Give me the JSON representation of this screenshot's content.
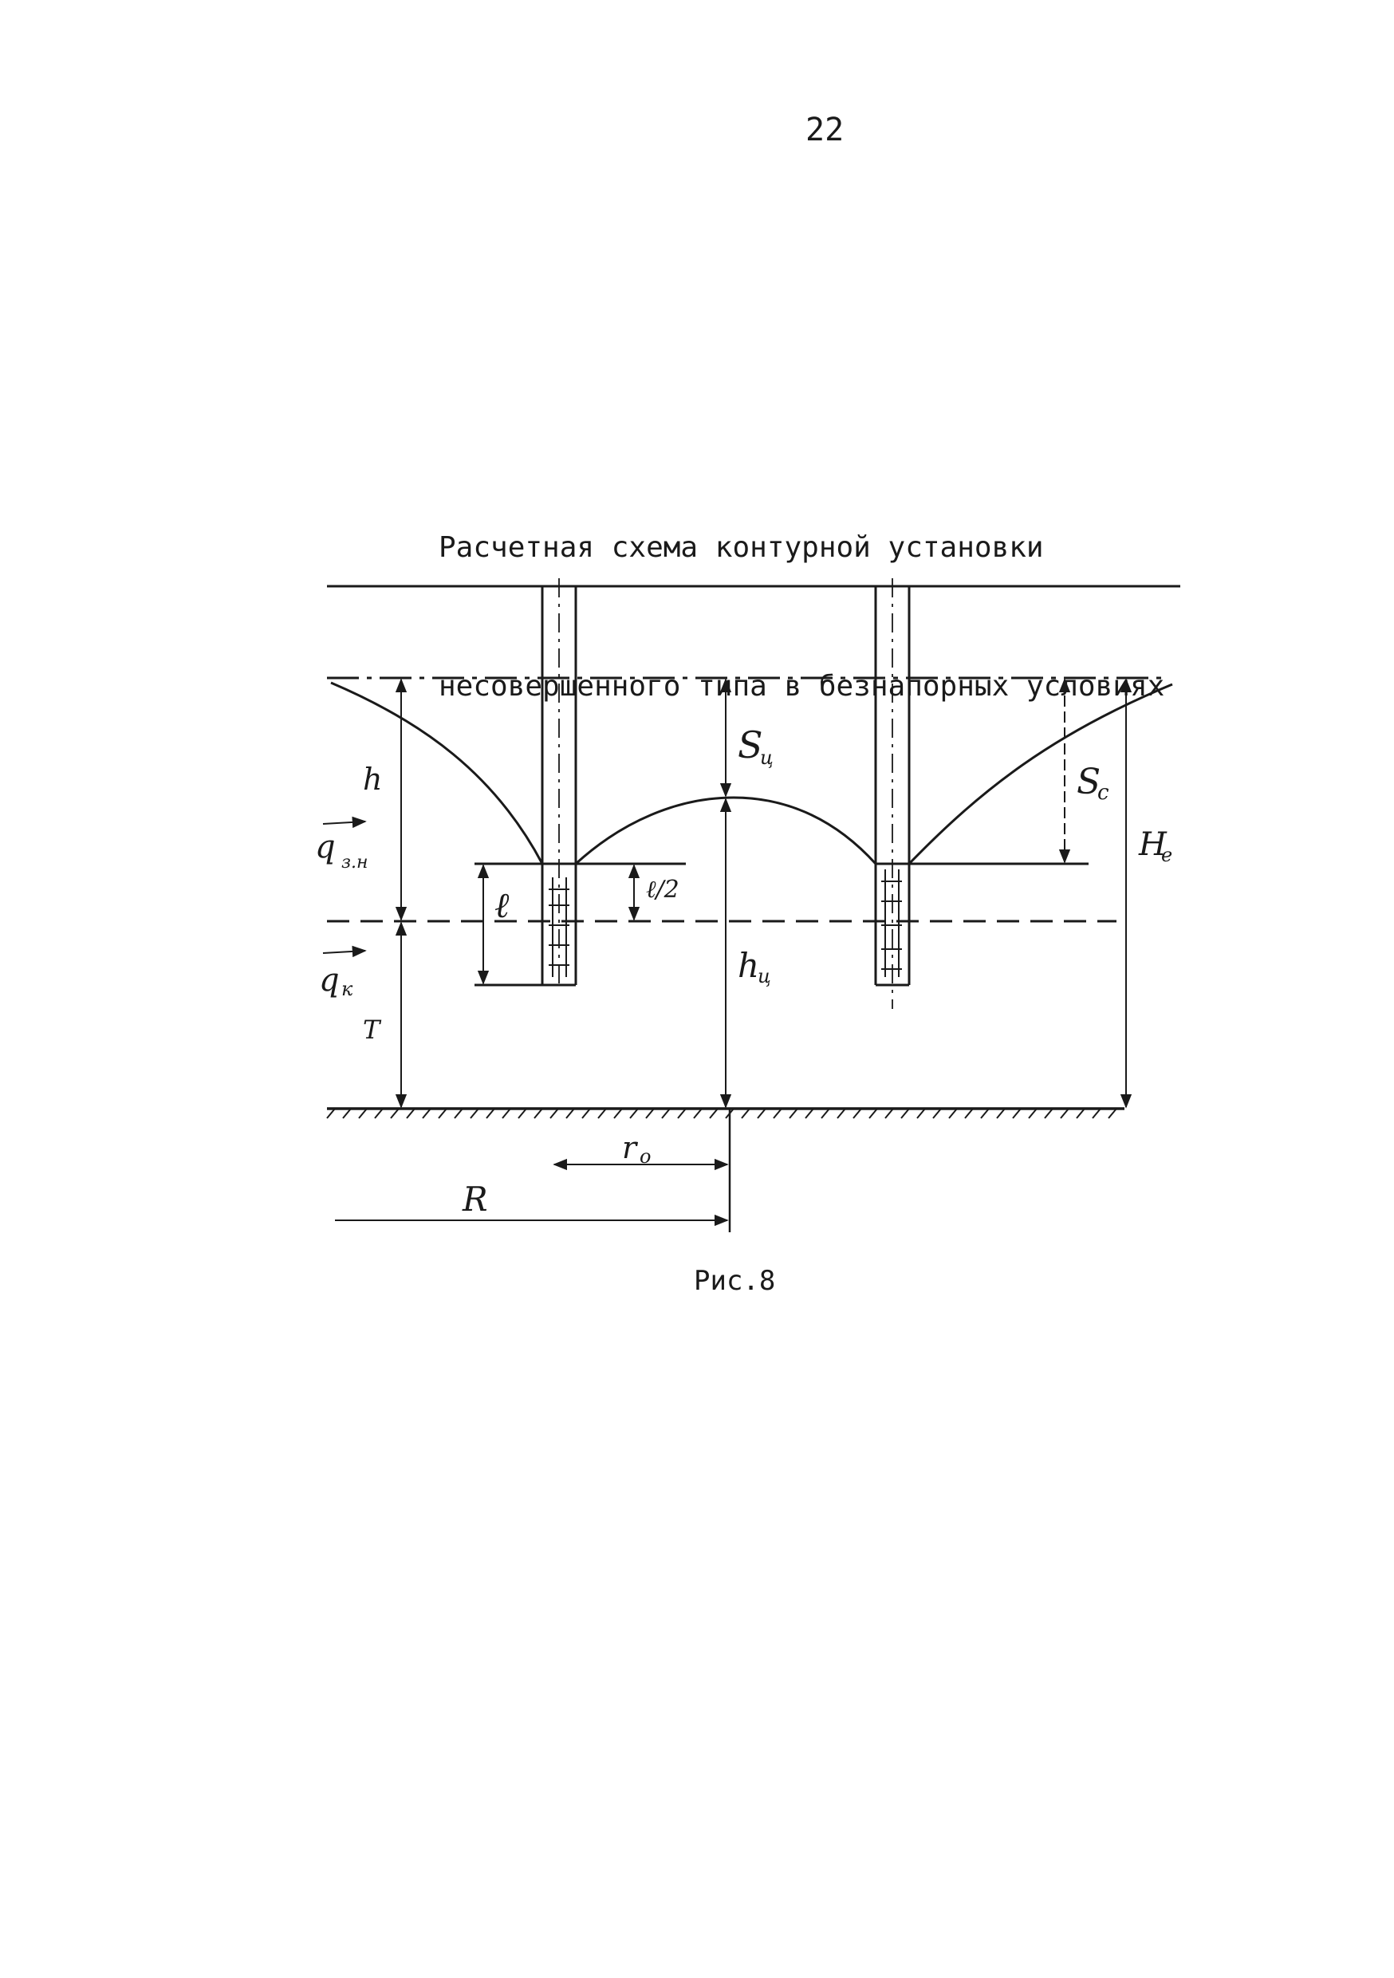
{
  "page": {
    "number": "22",
    "title_line1": "Расчетная схема контурной установки",
    "title_line2": "несовершенного типа в безнапорных условиях",
    "caption": "Рис.8"
  },
  "diagram": {
    "labels": {
      "h": "h",
      "q_zn": "q",
      "q_zn_sub": "з.н",
      "q_k": "q",
      "q_k_sub": "к",
      "T": "T",
      "l": "ℓ",
      "l_half": "ℓ/2",
      "S_c_center": "S",
      "S_c_center_sub": "ц",
      "h_c": "h",
      "h_c_sub": "ц",
      "S_c": "S",
      "S_c_sub": "c",
      "H_e": "H",
      "H_e_sub": "e",
      "r0": "r",
      "r0_sub": "o",
      "R": "R"
    }
  }
}
